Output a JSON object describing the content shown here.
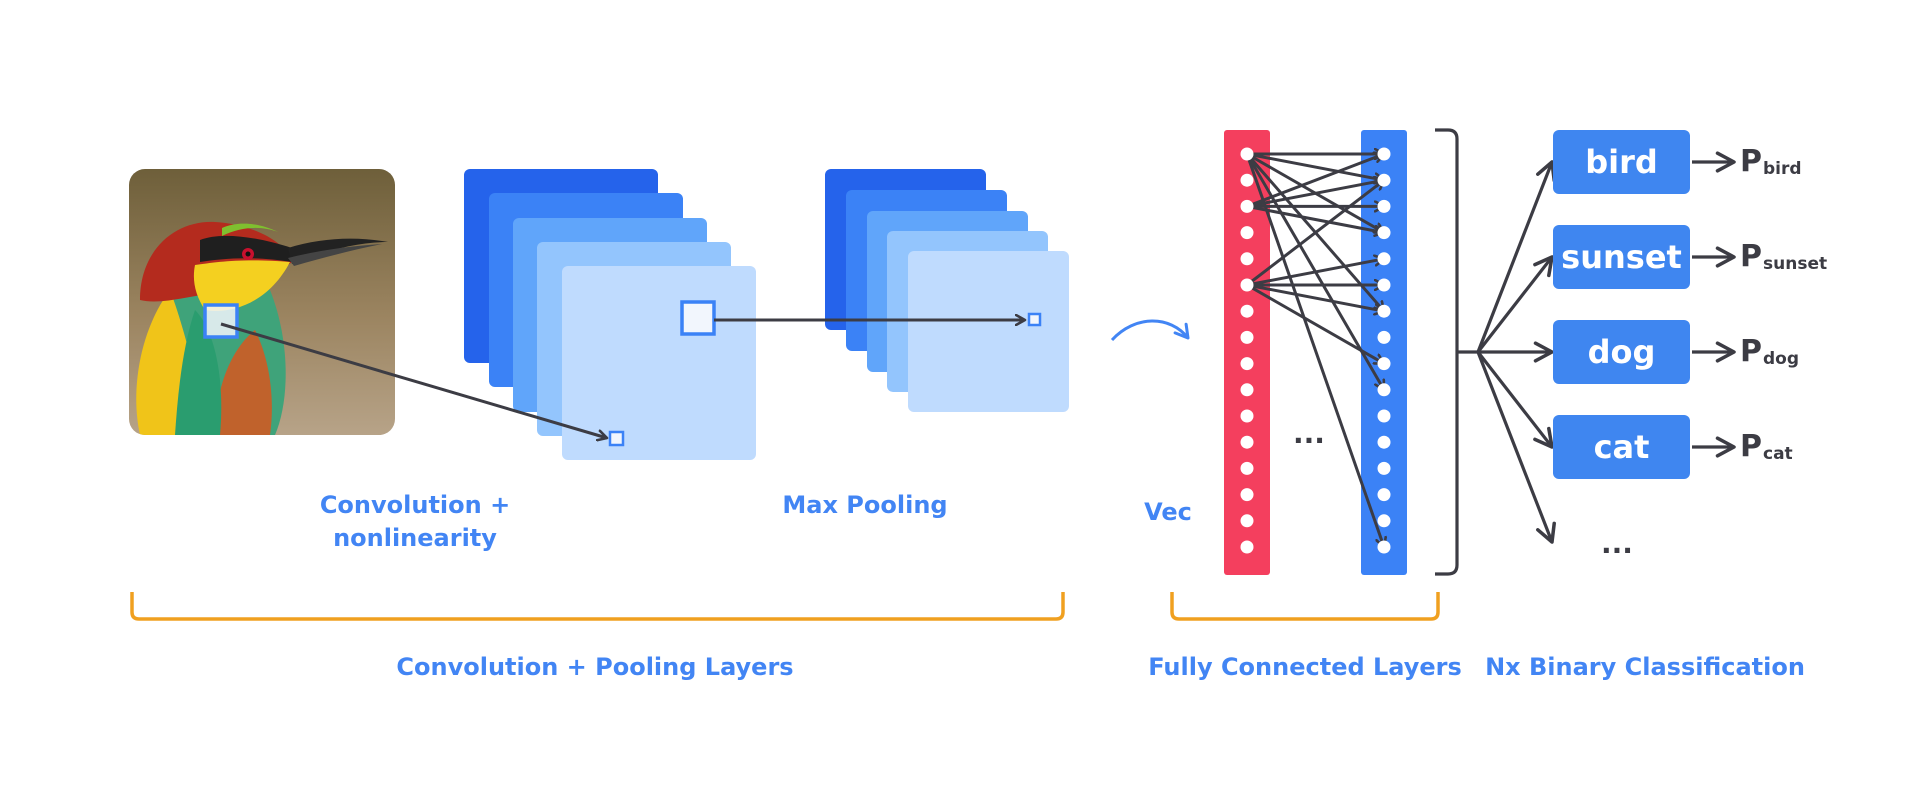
{
  "labels": {
    "convolution": "Convolution +\nnonlinearity",
    "max_pooling": "Max Pooling",
    "vec": "Vec",
    "conv_pool_layers": "Convolution + Pooling Layers",
    "fully_connected": "Fully Connected Layers",
    "binary_classification": "Nx Binary Classification",
    "ellipsis": "..."
  },
  "classes": [
    {
      "name": "bird",
      "prob_letter": "P",
      "prob_sub": "bird"
    },
    {
      "name": "sunset",
      "prob_letter": "P",
      "prob_sub": "sunset"
    },
    {
      "name": "dog",
      "prob_letter": "P",
      "prob_sub": "dog"
    },
    {
      "name": "cat",
      "prob_letter": "P",
      "prob_sub": "cat"
    }
  ],
  "colors": {
    "accent_blue": "#4285f4",
    "vector_red": "#f43f5e",
    "vector_blue": "#3b82f6",
    "bracket_orange": "#f0a020",
    "arrow_dark": "#3c3c44"
  },
  "icons": {
    "input_image": "bird-photo",
    "transition": "curved-arrow-icon"
  }
}
